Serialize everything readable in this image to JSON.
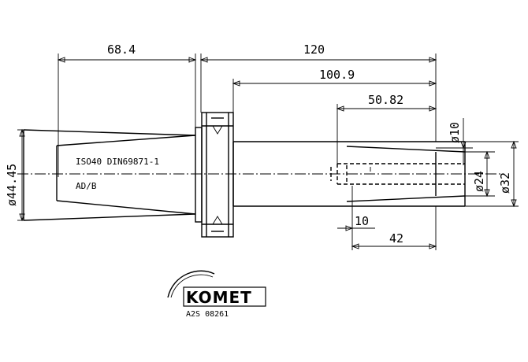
{
  "drawing": {
    "dimensions": {
      "d_68_4": "68.4",
      "d_120": "120",
      "d_100_9": "100.9",
      "d_50_82": "50.82",
      "d_10": "10",
      "d_42": "42",
      "dia_44_45": "ø44.45",
      "dia_10": "ø10",
      "dia_24": "ø24",
      "dia_32": "ø32"
    },
    "notes": {
      "standard": "ISO40 DIN69871-1",
      "form": "AD/B"
    },
    "brand": {
      "logo_text": "KOMET",
      "part_number": "A2S 08261"
    }
  }
}
